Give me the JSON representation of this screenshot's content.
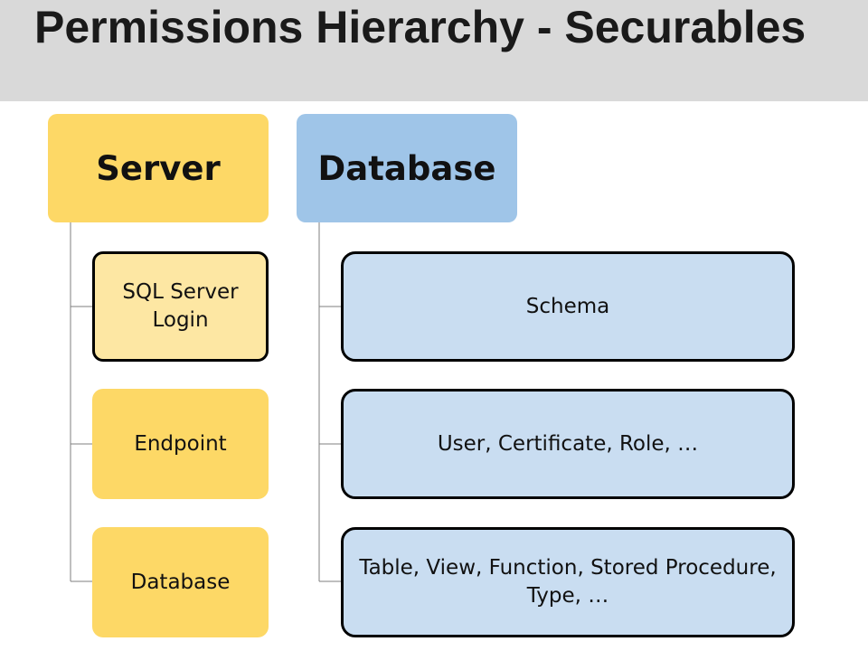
{
  "title": "Permissions Hierarchy - Securables",
  "colors": {
    "server_fill": "#fdd866",
    "server_selected_fill": "#fde7a3",
    "database_fill": "#9fc5e8",
    "database_child_fill": "#c9ddf1",
    "title_bar": "#d9d9d9"
  },
  "server": {
    "label": "Server",
    "children": [
      {
        "label": "SQL Server Login",
        "selected": true
      },
      {
        "label": "Endpoint"
      },
      {
        "label": "Database"
      }
    ]
  },
  "database": {
    "label": "Database",
    "children": [
      {
        "label": "Schema"
      },
      {
        "label": "User, Certificate, Role, …"
      },
      {
        "label": "Table, View, Function, Stored Procedure, Type, …"
      }
    ]
  }
}
